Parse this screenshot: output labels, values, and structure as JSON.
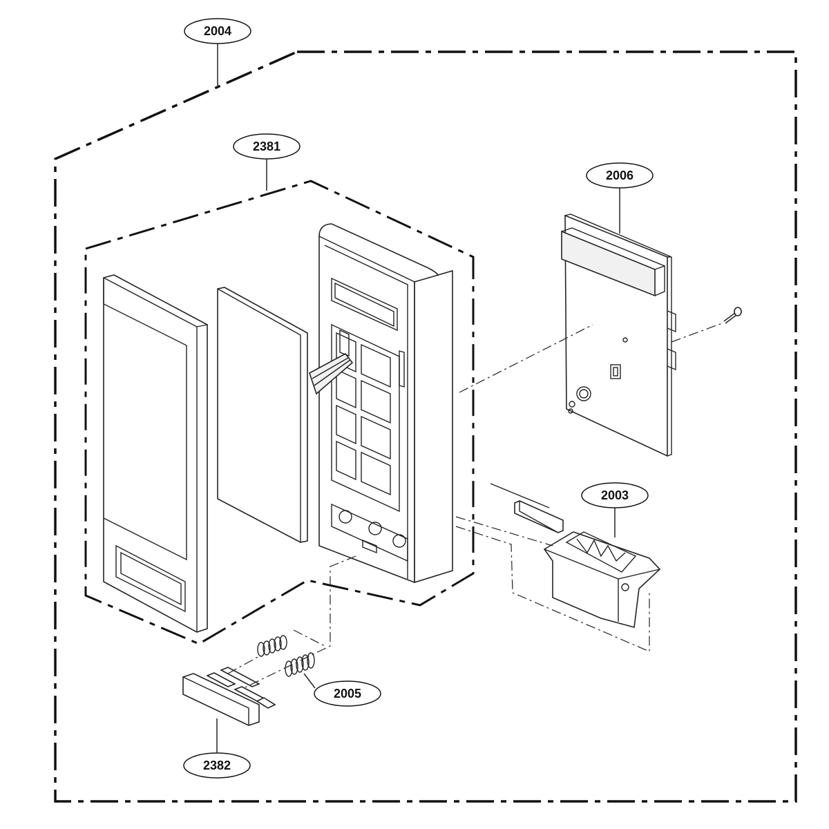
{
  "callouts": {
    "c2004": "2004",
    "c2381": "2381",
    "c2006": "2006",
    "c2003": "2003",
    "c2005": "2005",
    "c2382": "2382"
  },
  "icons": [
    "door-frame-icon",
    "control-panel-icon",
    "keypad-icon",
    "pcb-icon",
    "latch-icon",
    "spring-icon",
    "push-button-icon",
    "screw-icon"
  ]
}
